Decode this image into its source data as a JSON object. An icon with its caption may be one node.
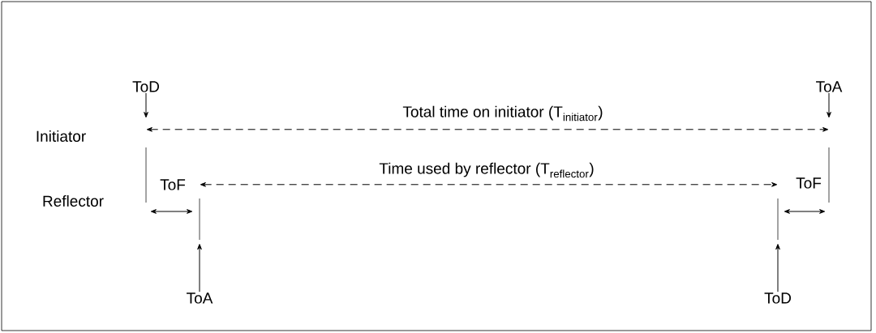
{
  "diagram": {
    "nodes": [
      {
        "text": [
          "ToD"
        ]
      },
      {
        "text": [
          "ToA"
        ]
      },
      {
        "text": [],
        "shape": "bar"
      },
      {
        "text": [],
        "shape": "bar"
      },
      {
        "text": [],
        "shape": "bar"
      },
      {
        "text": [],
        "shape": "bar"
      },
      {
        "text": [
          "ToA"
        ]
      },
      {
        "text": [
          "ToD"
        ]
      }
    ],
    "edges": [
      {
        "from": 0,
        "to": null,
        "arrow": "to"
      },
      {
        "from": 1,
        "to": null,
        "arrow": "to"
      },
      {
        "from": 2,
        "to": 3,
        "arrow": "both",
        "style": "dashed",
        "label": "\\text{Total time on initiator (T}_{\\text{initiator}}\\text{)}"
      },
      {
        "from": 4,
        "to": 5,
        "arrow": "both",
        "style": "dashed",
        "label": "\\text{Time used by reflector (T}_{\\text{reflector}}\\text{)}"
      },
      {
        "from": 6,
        "to": 4,
        "arrow": "to"
      },
      {
        "from": 7,
        "to": 5,
        "arrow": "to"
      }
    ],
    "labels": [
      "Initiator",
      "Reflector",
      "ToF",
      "ToF"
    ]
  }
}
